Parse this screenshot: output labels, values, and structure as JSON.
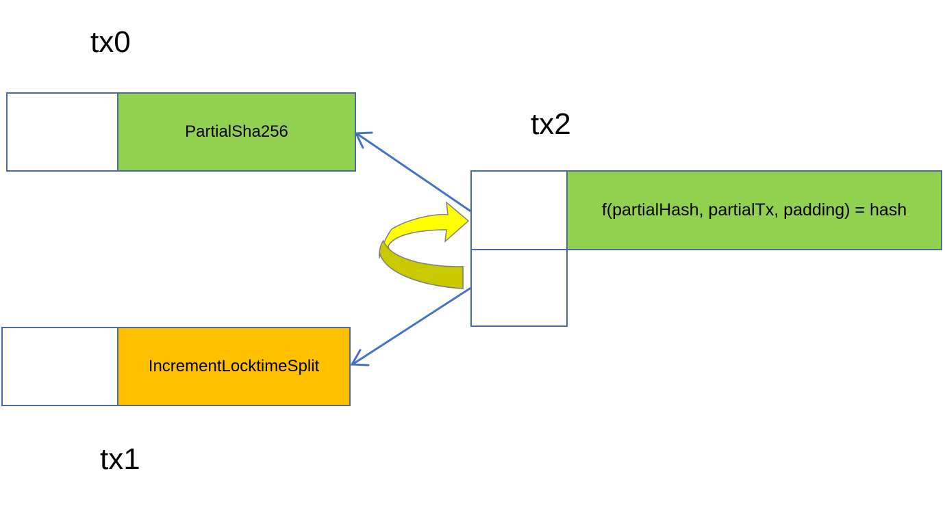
{
  "tx0": {
    "title": "tx0",
    "script": "PartialSha256"
  },
  "tx1": {
    "title": "tx1",
    "script": "IncrementLocktimeSplit"
  },
  "tx2": {
    "title": "tx2",
    "script": "f(partialHash, partialTx, padding) = hash"
  },
  "colors": {
    "green": "#92d050",
    "orange": "#ffc000",
    "border": "#4a6aa5",
    "arrow": "#4472c4",
    "curved_arrow_fill": "#ffff00",
    "curved_arrow_shade": "#cccc00"
  }
}
